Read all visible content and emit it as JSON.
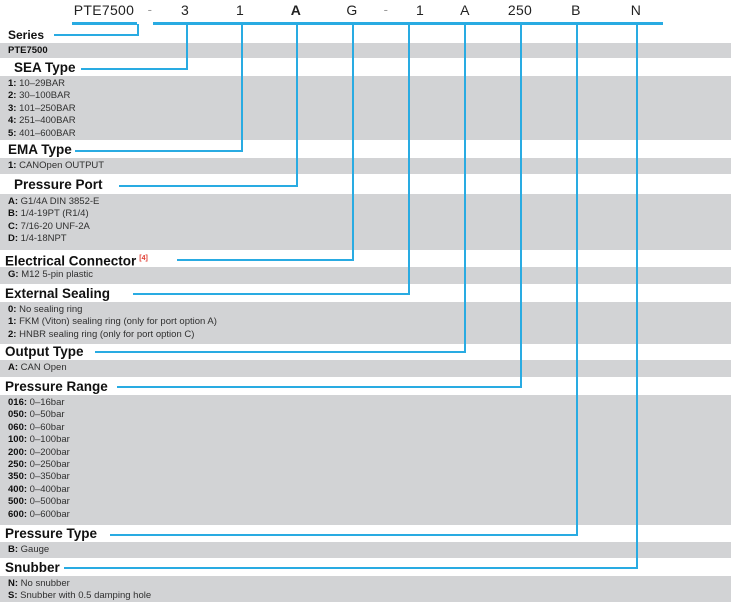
{
  "part_number": {
    "segments": [
      {
        "value": "PTE7500",
        "bold": false,
        "is_dash": false
      },
      {
        "value": "-",
        "bold": false,
        "is_dash": true
      },
      {
        "value": "3",
        "bold": false,
        "is_dash": false
      },
      {
        "value": "1",
        "bold": false,
        "is_dash": false
      },
      {
        "value": "A",
        "bold": true,
        "is_dash": false
      },
      {
        "value": "G",
        "bold": false,
        "is_dash": false
      },
      {
        "value": "-",
        "bold": false,
        "is_dash": true
      },
      {
        "value": "1",
        "bold": false,
        "is_dash": false
      },
      {
        "value": "A",
        "bold": false,
        "is_dash": false
      },
      {
        "value": "250",
        "bold": false,
        "is_dash": false
      },
      {
        "value": "B",
        "bold": false,
        "is_dash": false
      },
      {
        "value": "N",
        "bold": false,
        "is_dash": false
      }
    ]
  },
  "sections": [
    {
      "title": "Series",
      "superscript": "",
      "options": [
        {
          "code": "PTE7500",
          "desc": ""
        }
      ]
    },
    {
      "title": "SEA Type",
      "superscript": "",
      "options": [
        {
          "code": "1:",
          "desc": "10–29BAR"
        },
        {
          "code": "2:",
          "desc": "30–100BAR"
        },
        {
          "code": "3:",
          "desc": "101–250BAR"
        },
        {
          "code": "4:",
          "desc": "251–400BAR"
        },
        {
          "code": "5:",
          "desc": "401–600BAR"
        }
      ]
    },
    {
      "title": "EMA Type",
      "superscript": "",
      "options": [
        {
          "code": "1:",
          "desc": "CANOpen OUTPUT"
        }
      ]
    },
    {
      "title": "Pressure Port",
      "superscript": "",
      "options": [
        {
          "code": "A:",
          "desc": "G1/4A DIN 3852-E"
        },
        {
          "code": "B:",
          "desc": "1/4-19PT (R1/4)"
        },
        {
          "code": "C:",
          "desc": "7/16-20 UNF-2A"
        },
        {
          "code": "D:",
          "desc": "1/4-18NPT"
        }
      ]
    },
    {
      "title": "Electrical Connector",
      "superscript": "[4]",
      "options": [
        {
          "code": "G:",
          "desc": "M12 5-pin plastic"
        }
      ]
    },
    {
      "title": "External Sealing",
      "superscript": "",
      "options": [
        {
          "code": "0:",
          "desc": "No sealing ring"
        },
        {
          "code": "1:",
          "desc": "FKM (Viton) sealing ring (only for port option A)"
        },
        {
          "code": "2:",
          "desc": "HNBR sealing ring (only for port option C)"
        }
      ]
    },
    {
      "title": "Output Type",
      "superscript": "",
      "options": [
        {
          "code": "A:",
          "desc": "CAN Open"
        }
      ]
    },
    {
      "title": "Pressure Range",
      "superscript": "",
      "options": [
        {
          "code": "016:",
          "desc": "0–16bar"
        },
        {
          "code": "050:",
          "desc": "0–50bar"
        },
        {
          "code": "060:",
          "desc": "0–60bar"
        },
        {
          "code": "100:",
          "desc": "0–100bar"
        },
        {
          "code": "200:",
          "desc": "0–200bar"
        },
        {
          "code": "250:",
          "desc": "0–250bar"
        },
        {
          "code": "350:",
          "desc": "0–350bar"
        },
        {
          "code": "400:",
          "desc": "0–400bar"
        },
        {
          "code": "500:",
          "desc": "0–500bar"
        },
        {
          "code": "600:",
          "desc": "0–600bar"
        }
      ]
    },
    {
      "title": "Pressure Type",
      "superscript": "",
      "options": [
        {
          "code": "B:",
          "desc": "Gauge"
        }
      ]
    },
    {
      "title": "Snubber",
      "superscript": "",
      "options": [
        {
          "code": "N:",
          "desc": "No snubber"
        },
        {
          "code": "S:",
          "desc": "Snubber with 0.5 damping hole"
        }
      ]
    }
  ],
  "colors": {
    "leader_line": "#29ABE2",
    "band": "#d2d3d5",
    "superscript": "#e03a2f"
  }
}
